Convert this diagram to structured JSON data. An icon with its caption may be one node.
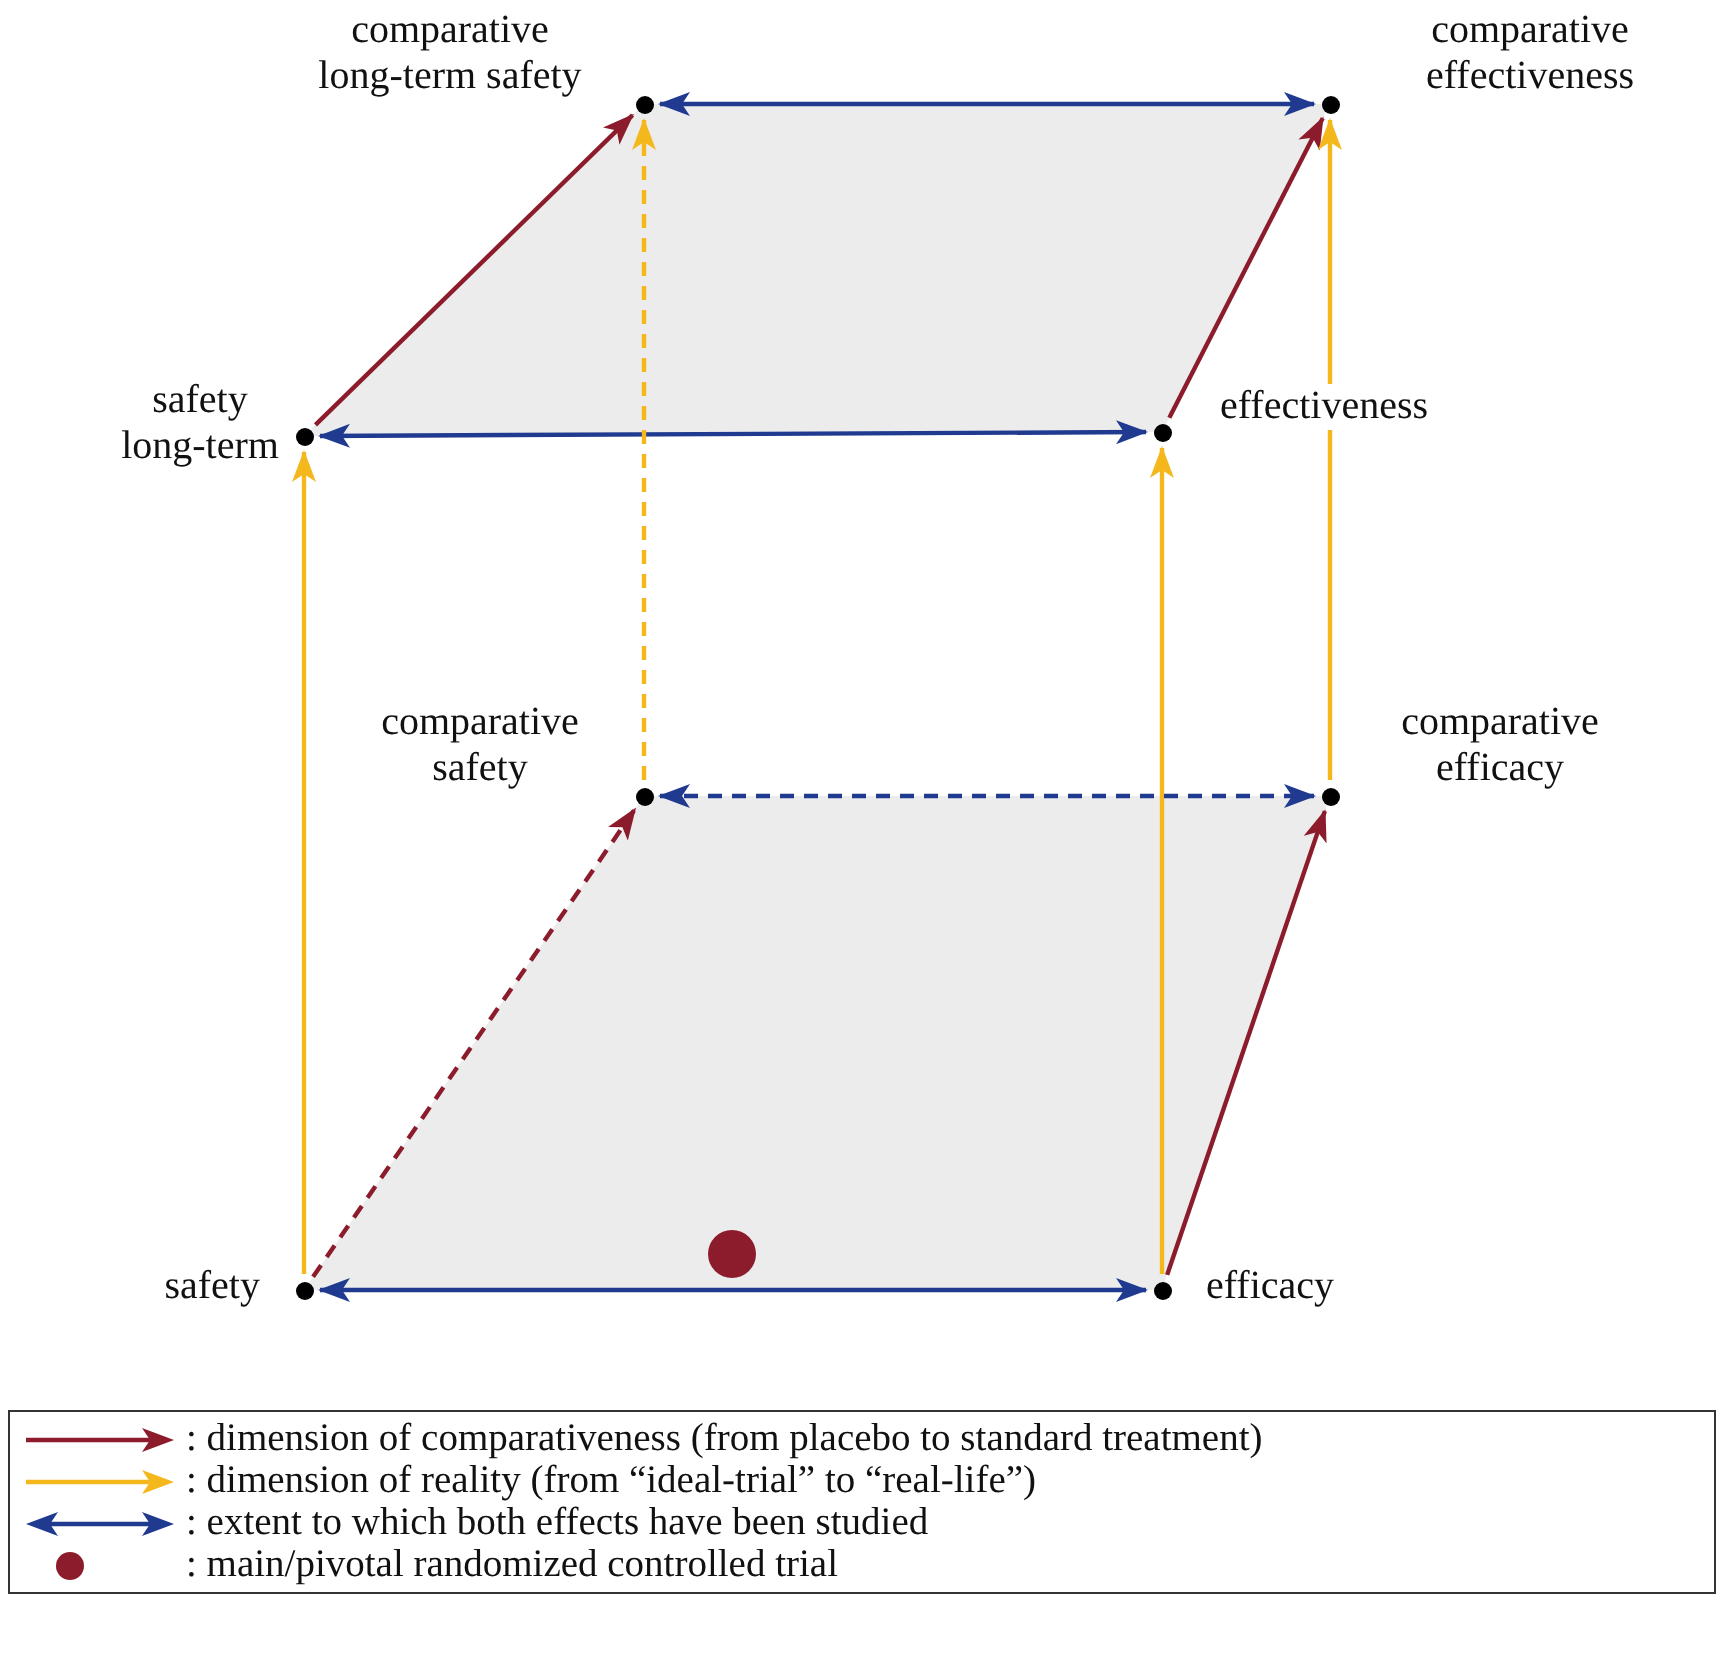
{
  "diagram": {
    "nodes": [
      {
        "text": [],
        "shape": "circle",
        "beside": [
          "comparative long-term safety"
        ]
      },
      {
        "text": [],
        "shape": "circle",
        "beside": [
          "comparative effectiveness"
        ]
      },
      {
        "text": [],
        "shape": "circle",
        "beside": [
          "safety long-term"
        ]
      },
      {
        "text": [],
        "shape": "circle",
        "beside": [
          "effectiveness"
        ]
      },
      {
        "text": [],
        "shape": "circle",
        "beside": [
          "comparative safety"
        ]
      },
      {
        "text": [],
        "shape": "circle",
        "beside": [
          "comparative efficacy"
        ]
      },
      {
        "text": [],
        "shape": "circle",
        "beside": [
          "safety"
        ]
      },
      {
        "text": [],
        "shape": "circle",
        "beside": [
          "efficacy"
        ]
      }
    ],
    "edges": [
      {
        "from": 0,
        "to": 1,
        "arrow": "both",
        "color": "#1f3a8f"
      },
      {
        "from": 2,
        "to": 0,
        "arrow": "to",
        "color": "#8c1c2c"
      },
      {
        "from": 3,
        "to": 1,
        "arrow": "to",
        "color": "#8c1c2c"
      },
      {
        "from": 2,
        "to": 3,
        "arrow": "both",
        "color": "#1f3a8f"
      },
      {
        "from": 6,
        "to": 2,
        "arrow": "to",
        "color": "#f5b81c"
      },
      {
        "from": 4,
        "to": 0,
        "arrow": "to",
        "style": "dashed",
        "color": "#f5b81c"
      },
      {
        "from": 7,
        "to": 3,
        "arrow": "to",
        "color": "#f5b81c"
      },
      {
        "from": 5,
        "to": 1,
        "arrow": "to",
        "color": "#f5b81c"
      },
      {
        "from": 4,
        "to": 5,
        "arrow": "both",
        "style": "dashed",
        "color": "#1f3a8f"
      },
      {
        "from": 6,
        "to": 4,
        "arrow": "to",
        "style": "dashed",
        "color": "#8c1c2c"
      },
      {
        "from": 7,
        "to": 5,
        "arrow": "to",
        "color": "#8c1c2c"
      },
      {
        "from": 6,
        "to": 7,
        "arrow": "both",
        "color": "#1f3a8f"
      }
    ],
    "legend": [
      {
        "text": ": dimension of comparativeness (from placebo to standard treatment)",
        "color": "#8c1c2c"
      },
      {
        "text": ": dimension of reality (from “ideal-trial” to “real-life”)",
        "color": "#f5b81c"
      },
      {
        "text": ": extent to which both effects have been studied",
        "color": "#1f3a8f"
      },
      {
        "text": ": main/pivotal randomized controlled trial",
        "color": "#8c1c2c"
      }
    ]
  }
}
